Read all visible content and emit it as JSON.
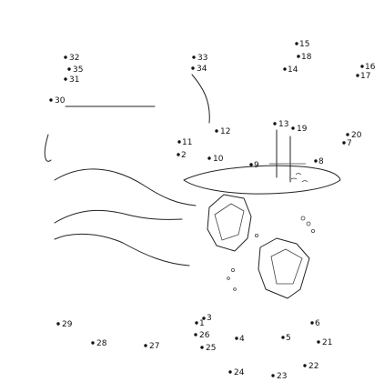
{
  "puzzle": {
    "type": "connect-the-dots",
    "dot_color": "#111111",
    "line_color": "#222222",
    "dots": [
      {
        "n": "1",
        "label": "1"
      },
      {
        "n": "2",
        "label": "2"
      },
      {
        "n": "3",
        "label": "3"
      },
      {
        "n": "4",
        "label": "4"
      },
      {
        "n": "5",
        "label": "5"
      },
      {
        "n": "6",
        "label": "6"
      },
      {
        "n": "7",
        "label": "7"
      },
      {
        "n": "8",
        "label": "8"
      },
      {
        "n": "9",
        "label": "9"
      },
      {
        "n": "10",
        "label": "10"
      },
      {
        "n": "11",
        "label": "11"
      },
      {
        "n": "12",
        "label": "12"
      },
      {
        "n": "13",
        "label": "13"
      },
      {
        "n": "14",
        "label": "14"
      },
      {
        "n": "15",
        "label": "15"
      },
      {
        "n": "16",
        "label": "16"
      },
      {
        "n": "17",
        "label": "17"
      },
      {
        "n": "18",
        "label": "18"
      },
      {
        "n": "19",
        "label": "19"
      },
      {
        "n": "20",
        "label": "20"
      },
      {
        "n": "21",
        "label": "21"
      },
      {
        "n": "22",
        "label": "22"
      },
      {
        "n": "23",
        "label": "23"
      },
      {
        "n": "24",
        "label": "24"
      },
      {
        "n": "25",
        "label": "25"
      },
      {
        "n": "26",
        "label": "26"
      },
      {
        "n": "27",
        "label": "27"
      },
      {
        "n": "28",
        "label": "28"
      },
      {
        "n": "29",
        "label": "29"
      },
      {
        "n": "30",
        "label": "30"
      },
      {
        "n": "31",
        "label": "31"
      },
      {
        "n": "32",
        "label": "32"
      },
      {
        "n": "33",
        "label": "33"
      },
      {
        "n": "34",
        "label": "34"
      },
      {
        "n": "35",
        "label": "35"
      }
    ]
  }
}
